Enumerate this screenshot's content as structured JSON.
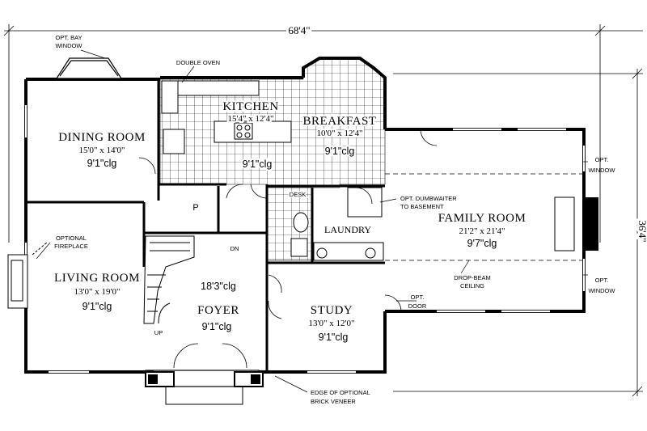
{
  "overall": {
    "width": "68'4\"",
    "depth": "36'4\""
  },
  "rooms": {
    "dining": {
      "name": "DINING ROOM",
      "size": "15'0\" x 14'0\"",
      "ceiling": "9'1\"clg"
    },
    "kitchen": {
      "name": "KITCHEN",
      "size": "15'4\" x 12'4\"",
      "ceiling": "9'1\"clg"
    },
    "breakfast": {
      "name": "BREAKFAST",
      "size": "10'0\" x 12'4\"",
      "ceiling": "9'1\"clg"
    },
    "family": {
      "name": "FAMILY ROOM",
      "size": "21'2\" x 21'4\"",
      "ceiling": "9'7\"clg"
    },
    "living": {
      "name": "LIVING ROOM",
      "size": "13'0\" x 19'0\"",
      "ceiling": "9'1\"clg"
    },
    "foyer": {
      "name": "FOYER",
      "ceiling_upper": "18'3\"clg",
      "ceiling": "9'1\"clg"
    },
    "study": {
      "name": "STUDY",
      "size": "13'0\" x 12'0\"",
      "ceiling": "9'1\"clg"
    },
    "laundry": {
      "name": "LAUNDRY"
    }
  },
  "labels": {
    "bay_window": [
      "OPT. BAY",
      "WINDOW"
    ],
    "double_oven": "DOUBLE OVEN",
    "desk": "DESK",
    "pantry": "P",
    "down": "DN",
    "up": "UP",
    "fireplace": [
      "OPTIONAL",
      "FIREPLACE"
    ],
    "dumbwaiter": [
      "OPT. DUMBWAITER",
      "TO BASEMENT"
    ],
    "window_top": [
      "OPT.",
      "WINDOW"
    ],
    "window_bottom": [
      "OPT.",
      "WINDOW"
    ],
    "drop_beam": [
      "DROP-BEAM",
      "CEILING"
    ],
    "opt_door": [
      "OPT.",
      "DOOR"
    ],
    "brick": [
      "EDGE OF OPTIONAL",
      "BRICK VENEER"
    ]
  }
}
